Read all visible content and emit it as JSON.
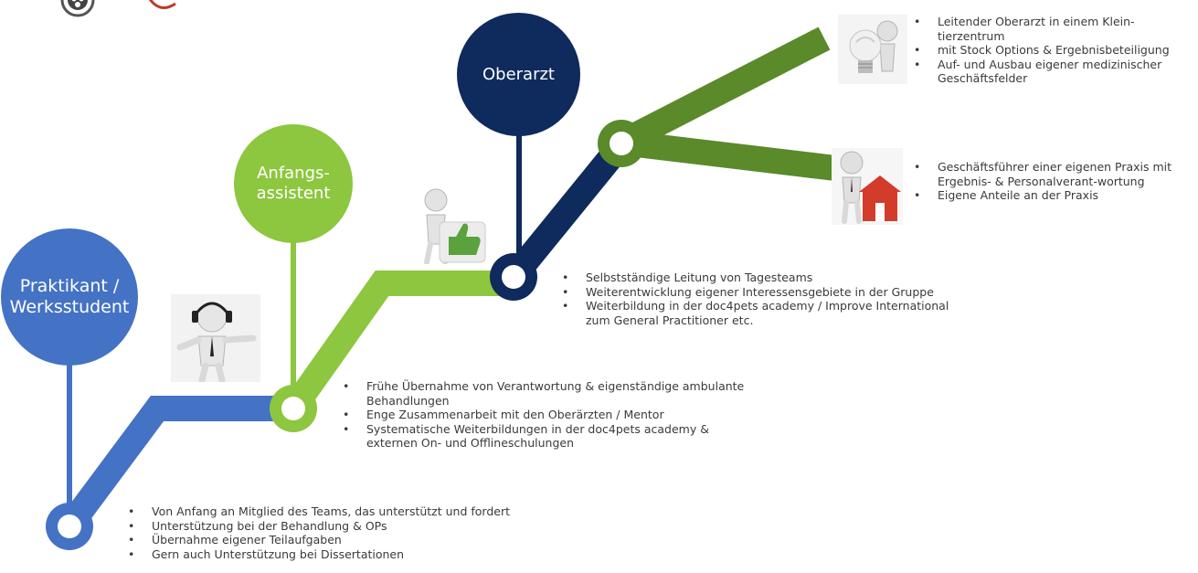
{
  "stages": {
    "praktikant": "Praktikant /\nWerksstudent",
    "anfangsassistent": "Anfangs-\nassistent",
    "oberarzt": "Oberarzt"
  },
  "colors": {
    "praktikant": "#4472c4",
    "anfangsassistent": "#8dc63f",
    "oberarzt": "#0f2a5c",
    "branch": "#5a8a2a",
    "text": "#3a3a3a",
    "house": "#d33b2a"
  },
  "bullets": {
    "praktikant": [
      "Von Anfang an Mitglied des Teams, das unterstützt und fordert",
      "Unterstützung bei der Behandlung & OPs",
      "Übernahme eigener Teilaufgaben",
      "Gern auch Unterstützung bei Dissertationen"
    ],
    "anfangsassistent": [
      "Frühe Übernahme von Verantwortung & eigenständige ambulante Behandlungen",
      "Enge Zusammenarbeit mit den Oberärzten / Mentor",
      "Systematische Weiterbildungen in der doc4pets academy & externen On- und Offlineschulungen"
    ],
    "oberarzt": [
      "Selbstständige Leitung von Tagesteams",
      "Weiterentwicklung eigener Interessensgebiete in der Gruppe",
      "Weiterbildung in der doc4pets academy / Improve International zum General Practitioner etc."
    ],
    "leitender_oberarzt": [
      "Leitender Oberarzt in einem Klein-tierzentrum",
      "mit Stock Options & Ergebnisbeteiligung",
      "Auf- und Ausbau eigener medizinischer Geschäftsfelder"
    ],
    "geschaeftsfuehrer": [
      "Geschäftsführer einer eigenen Praxis mit Ergebnis- & Personalverant-wortung",
      "Eigene Anteile an der Praxis"
    ]
  },
  "icons": {
    "logo_left": "paw-logo-icon",
    "logo_right": "stethoscope-icon",
    "headphones_figure": "headphones-figure-icon",
    "thumbs_up_figure": "thumbs-up-figure-icon",
    "lightbulb_figure": "lightbulb-figure-icon",
    "house_figure": "house-figure-icon"
  }
}
